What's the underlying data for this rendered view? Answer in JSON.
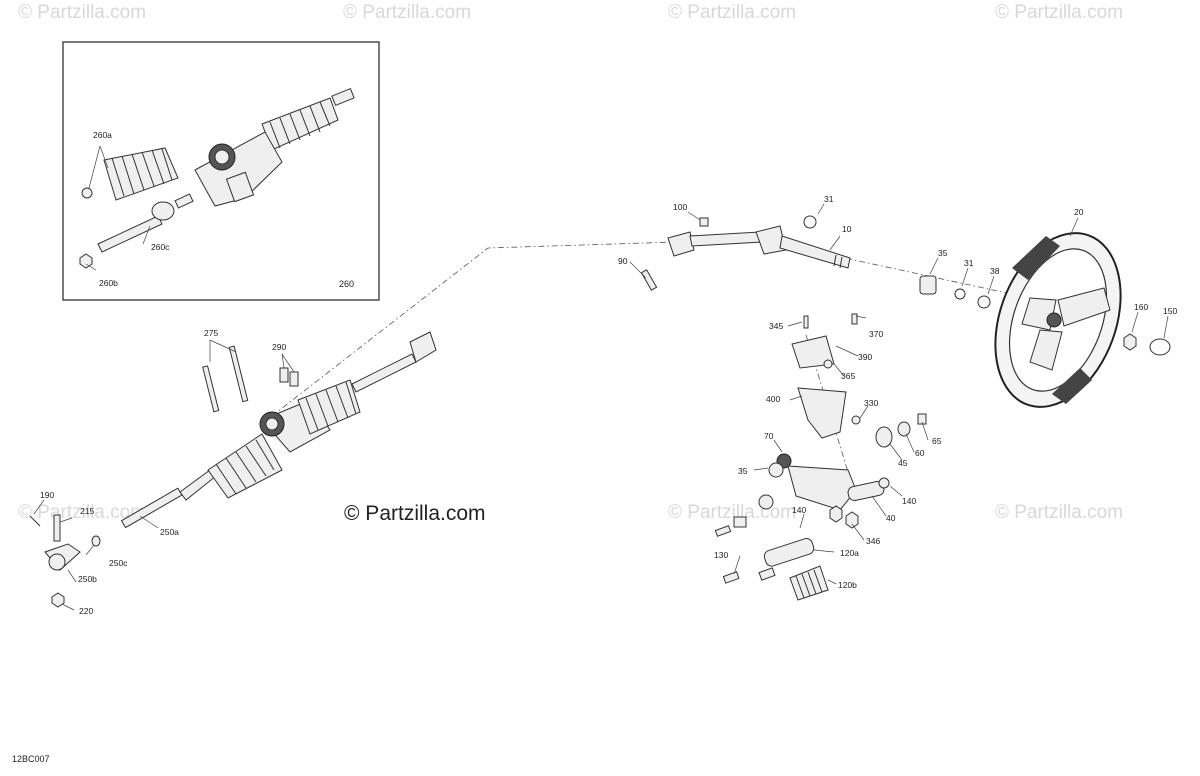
{
  "watermark": "© Partzilla.com",
  "brand_text": "© Partzilla.com",
  "diagram_code": "12BC007",
  "inset_label": "260",
  "callouts": {
    "c260a": "260a",
    "c260b": "260b",
    "c260c": "260c",
    "c275": "275",
    "c290": "290",
    "c190": "190",
    "c215": "215",
    "c250a": "250a",
    "c250b": "250b",
    "c250c": "250c",
    "c220": "220",
    "c100": "100",
    "c90": "90",
    "c10": "10",
    "c31a": "31",
    "c31b": "31",
    "c35a": "35",
    "c38": "38",
    "c20": "20",
    "c160": "160",
    "c150": "150",
    "c345": "345",
    "c370": "370",
    "c390": "390",
    "c365": "365",
    "c400": "400",
    "c330": "330",
    "c70": "70",
    "c35b": "35",
    "c65": "65",
    "c60": "60",
    "c45": "45",
    "c140a": "140",
    "c140b": "140",
    "c40": "40",
    "c346": "346",
    "c120a": "120a",
    "c130": "130",
    "c120b": "120b"
  }
}
